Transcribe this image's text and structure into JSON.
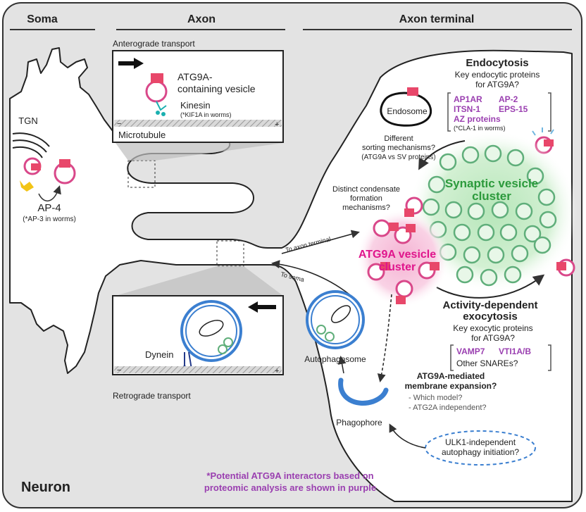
{
  "headers": {
    "soma": "Soma",
    "axon": "Axon",
    "terminal": "Axon terminal"
  },
  "soma": {
    "tgn": "TGN",
    "ap4": "AP-4",
    "ap4_note": "(*AP-3 in worms)"
  },
  "axon": {
    "anterograde_title": "Anterograde transport",
    "vesicle_label_1": "ATG9A-",
    "vesicle_label_2": "containing vesicle",
    "kinesin": "Kinesin",
    "kinesin_note": "(*KIF1A in worms)",
    "microtubule": "Microtubule",
    "retrograde_title": "Retrograde transport",
    "dynein": "Dynein",
    "minus": "−",
    "plus": "+"
  },
  "terminal": {
    "endocytosis_title": "Endocytosis",
    "endocytosis_q1": "Key endocytic proteins",
    "endocytosis_q2": "for ATG9A?",
    "endocytic_proteins": [
      "AP1AR",
      "AP-2",
      "ITSN-1",
      "EPS-15",
      "AZ proteins"
    ],
    "endocytic_note": "(*CLA-1 in worms)",
    "endosome": "Endosome",
    "sorting_1": "Different",
    "sorting_2": "sorting mechanisms?",
    "sorting_3": "(ATG9A vs SV proteins)",
    "condensate_1": "Distinct condensate",
    "condensate_2": "formation",
    "condensate_3": "mechanisms?",
    "sv_cluster_1": "Synaptic vesicle",
    "sv_cluster_2": "cluster",
    "atg9a_cluster_1": "ATG9A vesicle",
    "atg9a_cluster_2": "cluster",
    "to_terminal": "To axon terminal",
    "to_soma": "To soma",
    "exocytosis_1": "Activity-dependent",
    "exocytosis_2": "exocytosis",
    "exocytosis_q1": "Key exocytic proteins",
    "exocytosis_q2": "for ATG9A?",
    "exocytic_proteins": [
      "VAMP7",
      "VTI1A/B",
      "Other SNAREs?"
    ],
    "autophagosome": "Autophagosome",
    "phagophore": "Phagophore",
    "expansion_1": "ATG9A-mediated",
    "expansion_2": "membrane expansion?",
    "expansion_3": "- Which model?",
    "expansion_4": "- ATG2A independent?",
    "ulk1_1": "ULK1-independent",
    "ulk1_2": "autophagy initiation?"
  },
  "footer": {
    "neuron": "Neuron",
    "note_1": "*Potential ATG9A interactors based on",
    "note_2": "proteomic analysis are shown in purple"
  },
  "colors": {
    "vesicle": "#d9488a",
    "atg9a": "#e8476a",
    "sv": "#5fae7a",
    "autophagy": "#3b7fd0",
    "purple": "#9a3fb0",
    "pink": "#e0158c"
  }
}
